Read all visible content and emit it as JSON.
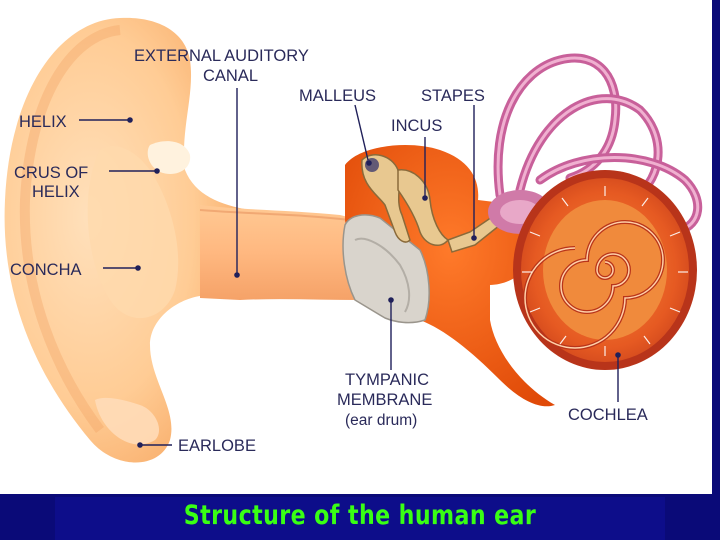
{
  "labels": {
    "external_auditory_canal_1": "EXTERNAL AUDITORY",
    "external_auditory_canal_2": "CANAL",
    "malleus": "MALLEUS",
    "stapes": "STAPES",
    "incus": "INCUS",
    "helix": "HELIX",
    "crus_of_helix_1": "CRUS OF",
    "crus_of_helix_2": "HELIX",
    "concha": "CONCHA",
    "tympanic_1": "TYMPANIC",
    "tympanic_2": "MEMBRANE",
    "tympanic_3": "(ear drum)",
    "cochlea": "COCHLEA",
    "earlobe": "EARLOBE"
  },
  "caption": "Structure of the human ear",
  "colors": {
    "background": "#0a0a78",
    "caption": "#39ff14",
    "skin": "#ffcf9a",
    "canal": "#ffbf85",
    "middle_ear": "#f25a10",
    "cochlea": "#e8502a",
    "canals": "#c8609a"
  }
}
